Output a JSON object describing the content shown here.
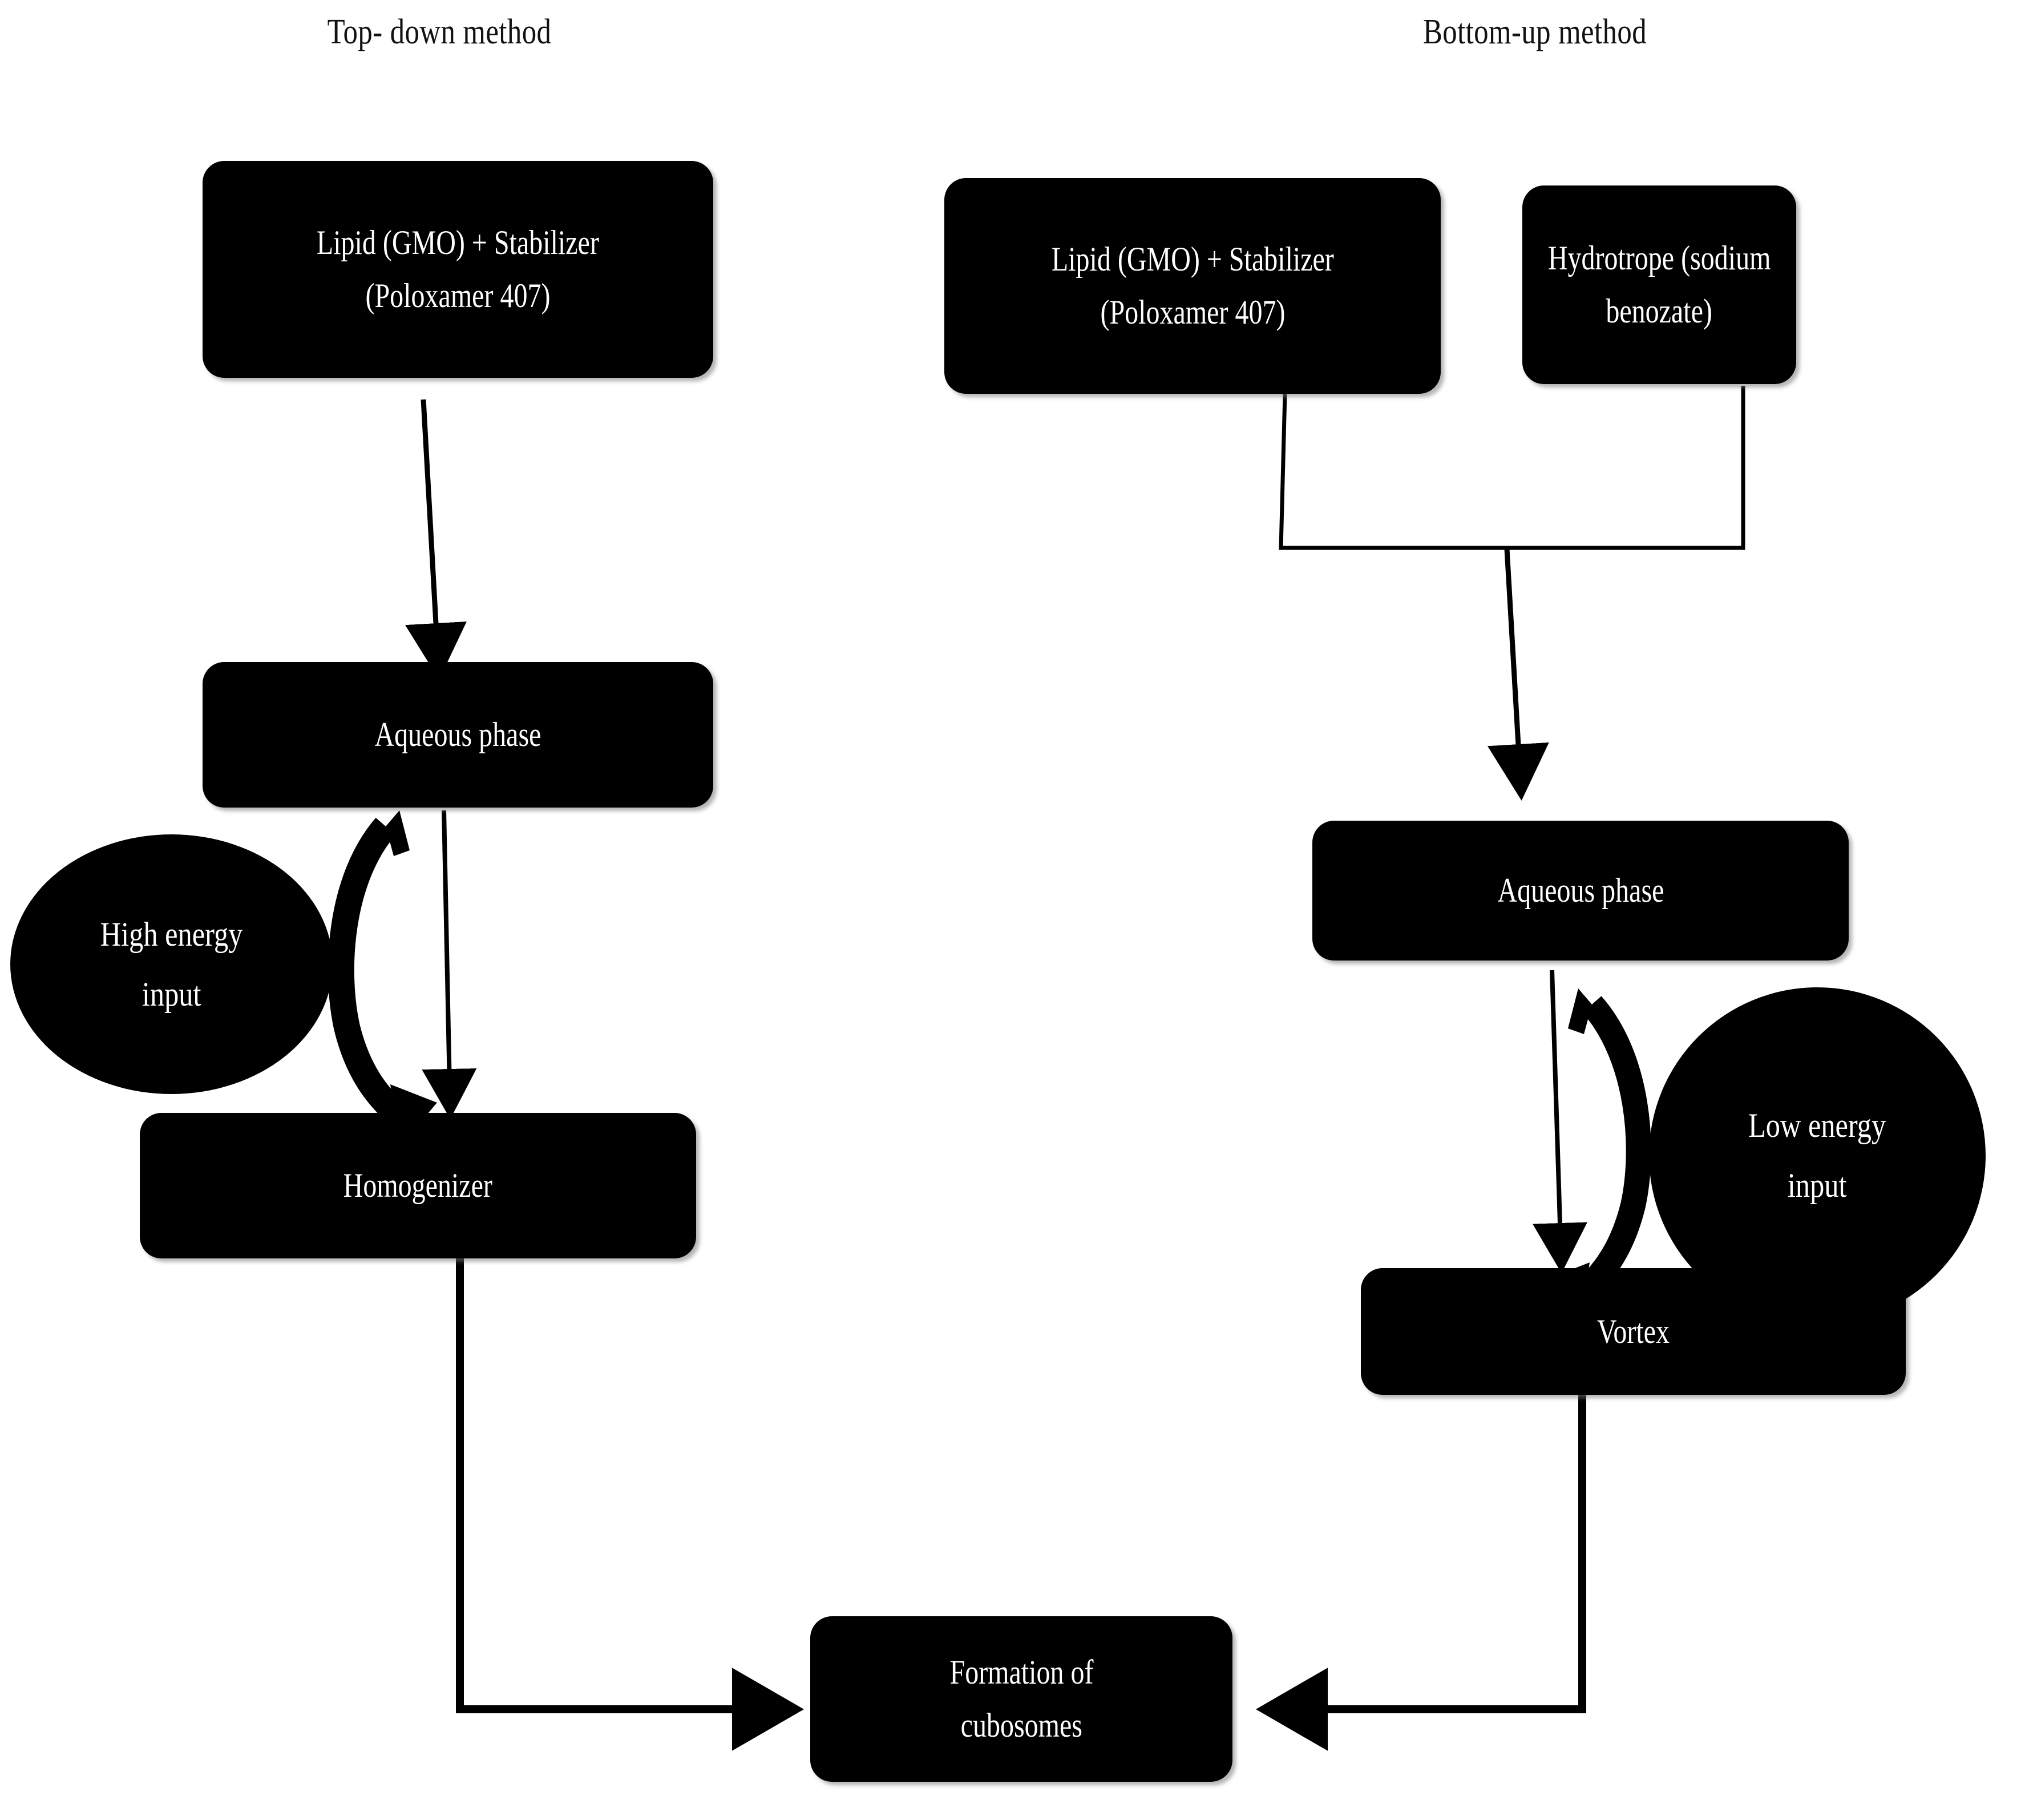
{
  "diagram": {
    "type": "flowchart",
    "title_left": "Top- down method",
    "title_right": "Bottom-up method",
    "palette": {
      "node_fill": "#000000",
      "node_text": "#ffffff",
      "page_background": "#ffffff",
      "connector": "#000000",
      "heading_text": "#111111"
    },
    "columns": [
      {
        "name": "top-down",
        "heading": "Top- down method",
        "nodes": [
          {
            "id": "lipid-left",
            "shape": "rounded-rect",
            "lines": [
              "Lipid (GMO) + Stabilizer",
              "(Poloxamer 407)"
            ]
          },
          {
            "id": "aqueous-left",
            "shape": "rounded-rect",
            "lines": [
              "Aqueous phase"
            ]
          },
          {
            "id": "high-energy",
            "shape": "ellipse",
            "lines": [
              "High energy",
              "input"
            ]
          },
          {
            "id": "homogenizer",
            "shape": "rounded-rect",
            "lines": [
              "Homogenizer"
            ]
          }
        ]
      },
      {
        "name": "bottom-up",
        "heading": "Bottom-up method",
        "nodes": [
          {
            "id": "lipid-right",
            "shape": "rounded-rect",
            "lines": [
              "Lipid (GMO) + Stabilizer",
              "(Poloxamer 407)"
            ]
          },
          {
            "id": "hydrotrope",
            "shape": "rounded-rect",
            "lines": [
              "Hydrotrope (sodium",
              "benozate)"
            ]
          },
          {
            "id": "aqueous-right",
            "shape": "rounded-rect",
            "lines": [
              "Aqueous phase"
            ]
          },
          {
            "id": "low-energy",
            "shape": "ellipse",
            "lines": [
              "Low energy",
              "input"
            ]
          },
          {
            "id": "vortex",
            "shape": "rounded-rect",
            "lines": [
              "Vortex"
            ]
          }
        ]
      }
    ],
    "shared_node": {
      "id": "cubosomes",
      "shape": "rounded-rect",
      "lines": [
        "Formation of",
        "cubosomes"
      ]
    },
    "edges": [
      {
        "from": "lipid-left",
        "to": "aqueous-left",
        "style": "straight-arrow"
      },
      {
        "from": "aqueous-left",
        "to": "homogenizer",
        "style": "straight-arrow"
      },
      {
        "from": "high-energy",
        "to": "homogenizer",
        "style": "curved-arrow"
      },
      {
        "from": "homogenizer",
        "to": "cubosomes",
        "style": "elbow-arrow"
      },
      {
        "from": "lipid-right",
        "to": "merge",
        "style": "bracket"
      },
      {
        "from": "hydrotrope",
        "to": "merge",
        "style": "bracket"
      },
      {
        "from": "merge",
        "to": "aqueous-right",
        "style": "straight-arrow"
      },
      {
        "from": "aqueous-right",
        "to": "vortex",
        "style": "straight-arrow"
      },
      {
        "from": "low-energy",
        "to": "vortex",
        "style": "curved-arrow"
      },
      {
        "from": "vortex",
        "to": "cubosomes",
        "style": "elbow-arrow"
      }
    ]
  },
  "labels": {
    "lipid_line1": "Lipid (GMO) + Stabilizer",
    "lipid_line2": "(Poloxamer 407)",
    "aqueous": "Aqueous phase",
    "homogenizer": "Homogenizer",
    "high_energy_line1": "High energy",
    "high_energy_line2": "input",
    "low_energy_line1": "Low energy",
    "low_energy_line2": "input",
    "hydrotrope_line1": "Hydrotrope (sodium",
    "hydrotrope_line2": "benozate)",
    "vortex": "Vortex",
    "cubosomes_line1": "Formation of",
    "cubosomes_line2": "cubosomes"
  }
}
